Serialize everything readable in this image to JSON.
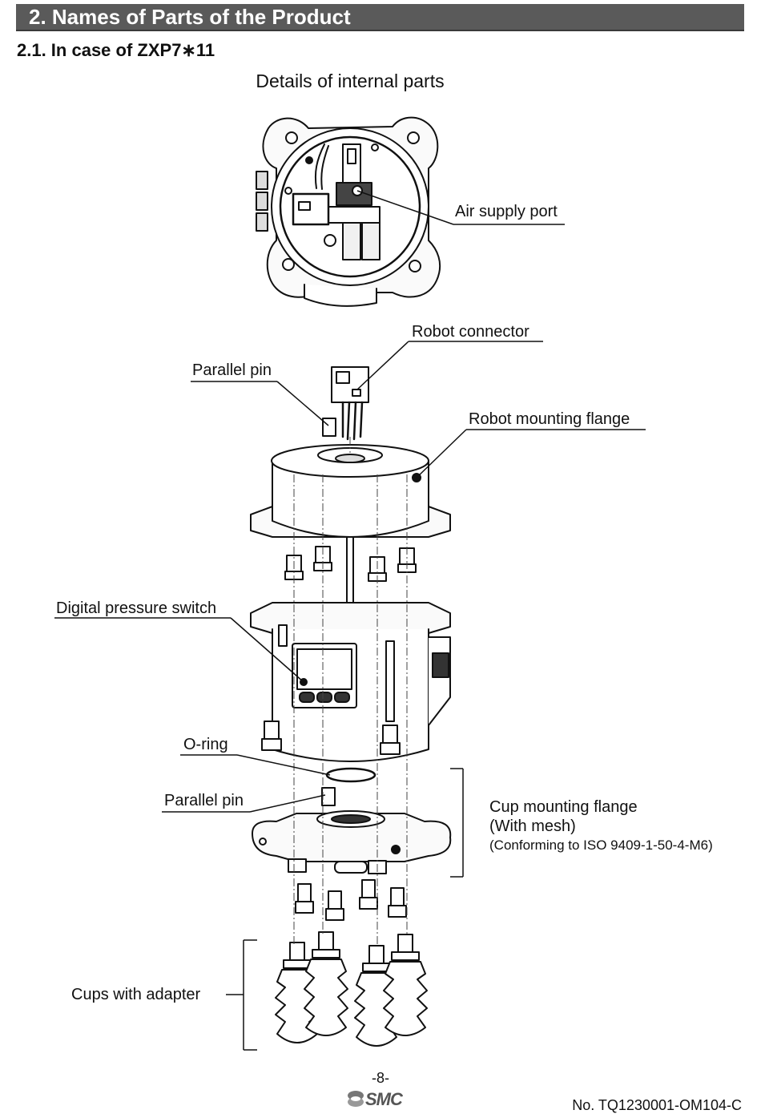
{
  "header": {
    "section_title": "2. Names of Parts of the Product",
    "subsection_title": "2.1. In case of ZXP7∗11",
    "caption": "Details of internal parts"
  },
  "labels": {
    "air_supply_port": "Air supply port",
    "robot_connector": "Robot connector",
    "parallel_pin_top": "Parallel pin",
    "robot_mounting_flange": "Robot mounting flange",
    "digital_pressure_switch": "Digital pressure switch",
    "o_ring": "O-ring",
    "parallel_pin_bottom": "Parallel pin",
    "cup_mounting_flange": "Cup mounting flange",
    "cup_mounting_flange_note1": "(With mesh)",
    "cup_mounting_flange_note2": "(Conforming to ISO 9409-1-50-4-M6)",
    "cups_with_adapter": "Cups with adapter"
  },
  "footer": {
    "page": "-8-",
    "logo": "SMC",
    "doc_number": "No.  TQ1230001-OM104-C"
  }
}
